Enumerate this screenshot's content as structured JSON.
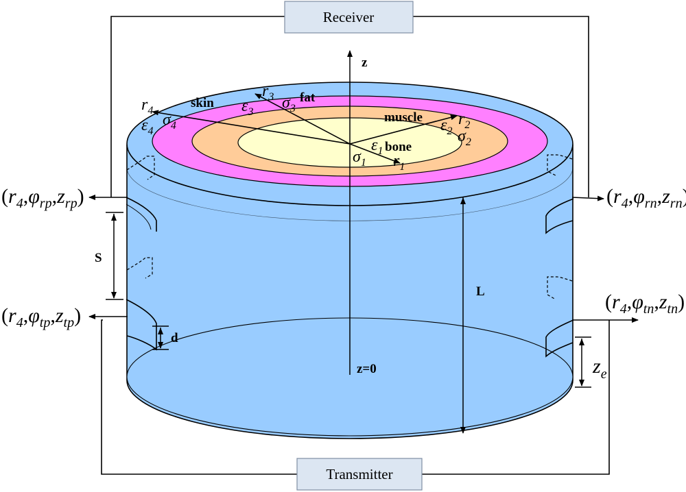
{
  "boxes": {
    "receiver": "Receiver",
    "transmitter": "Transmitter"
  },
  "axis": {
    "z": "z",
    "z0": "z=0"
  },
  "layers": {
    "skin": "skin",
    "fat": "fat",
    "muscle": "muscle",
    "bone": "bone"
  },
  "symbols": {
    "r": "r",
    "sigma": "σ",
    "epsilon": "ε",
    "i1": "1",
    "i2": "2",
    "i3": "3",
    "i4": "4"
  },
  "dims": {
    "S": "S",
    "d": "d",
    "L": "L",
    "z": "z",
    "e": "e"
  },
  "coords": {
    "open": "(",
    "close": ")",
    "r": "r",
    "four": "4",
    "comma": ",",
    "phi": "φ",
    "zz": "z",
    "rp": "rp",
    "rn": "rn",
    "tp": "tp",
    "tn": "tn"
  },
  "colors": {
    "cylinder": "#99ccff",
    "skin": "#ff80ff",
    "muscle": "#ffcc99",
    "bone": "#ffffcc",
    "box": "#dce6f2"
  }
}
